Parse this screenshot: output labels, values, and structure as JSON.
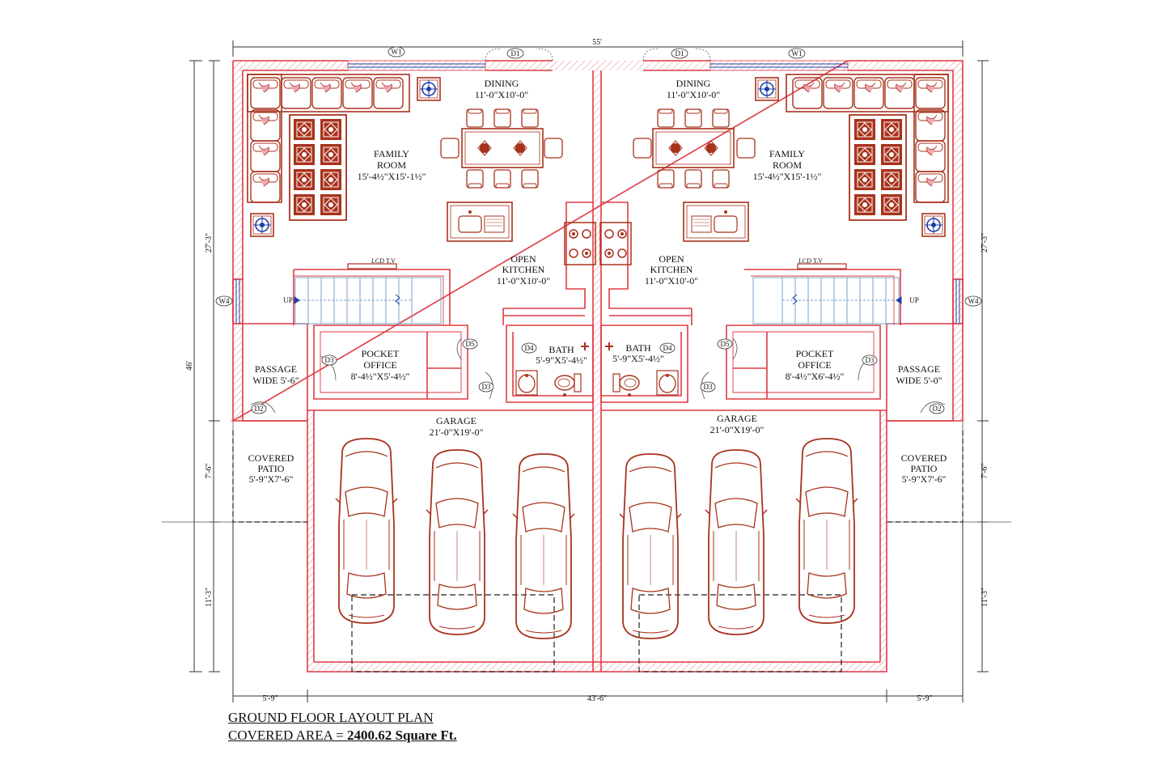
{
  "dimensions": {
    "top": "55'",
    "left_upper": "27'-3\"",
    "left_total": "46'",
    "left_mid": "7'-6\"",
    "left_lower": "11'-3\"",
    "right_upper": "27'-3\"",
    "right_mid": "7'-6\"",
    "right_lower": "11'-3\"",
    "bottom_left": "5'-9\"",
    "bottom_center": "43'-6\"",
    "bottom_right": "5'-9\""
  },
  "tags": {
    "w1": "W1",
    "d1": "D1",
    "w4": "W4",
    "d2": "D2",
    "d3": "D3",
    "d4": "D4",
    "d5": "D5"
  },
  "rooms": {
    "dining_name": "DINING",
    "dining_size": "11'-0\"X10'-0\"",
    "family_name_1": "FAMILY",
    "family_name_2": "ROOM",
    "family_size": "15'-4½\"X15'-1½\"",
    "kitchen_name_1": "OPEN",
    "kitchen_name_2": "KITCHEN",
    "kitchen_size": "11'-0\"X10'-0\"",
    "lcd": "LCD T.V",
    "up": "UP",
    "bath_name": "BATH",
    "bath_size": "5'-9\"X5'-4½\"",
    "office_name_1": "POCKET",
    "office_name_2": "OFFICE",
    "office_size_left": "8'-4½\"X5'-4½\"",
    "office_size_right": "8'-4½\"X6'-4½\"",
    "passage_name": "PASSAGE",
    "passage_size_left": "WIDE 5'-6\"",
    "passage_size_right": "WIDE 5'-0\"",
    "garage_name": "GARAGE",
    "garage_size": "21'-0\"X19'-0\"",
    "patio_name_1": "COVERED",
    "patio_name_2": "PATIO",
    "patio_size": "5'-9\"X7'-6\""
  },
  "title": {
    "heading": "GROUND FLOOR LAYOUT PLAN",
    "area_label": "COVERED AREA = ",
    "area_value": "2400.62 Square Ft."
  },
  "colors": {
    "wall": "#e03a44",
    "furniture": "#a8321c",
    "dimension": "#333333",
    "icon": "#1e3ea8"
  }
}
